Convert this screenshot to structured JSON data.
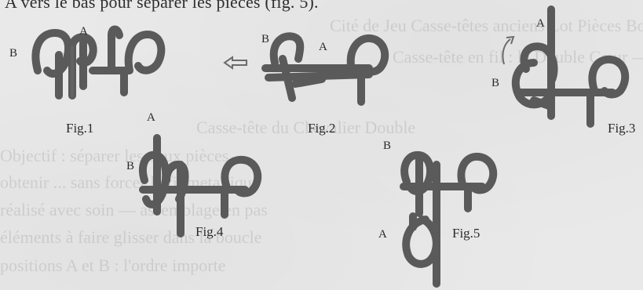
{
  "caption_top": "A vers le bas pour séparer les pièces (fig. 5).",
  "watermark": {
    "line1": "Cité de Jeu Casse-têtes anciens Lot Pièces Boucles Démêler",
    "line2": "Casse-tête en fil : le Double Cœur — Démontage",
    "heading_faint": "Casse-tête du Chevalier Double",
    "line3": "Objectif : séparer les deux pièces",
    "line4": "obtenir ... sans forcer le fil metallique",
    "line5": "réalisé avec soin — assemblage en pas",
    "line6": "éléments à faire glisser dans la boucle",
    "line7": "positions A et B : l'ordre importe"
  },
  "figures": [
    {
      "label": "Fig.1",
      "point_a": "A",
      "point_b": "B"
    },
    {
      "label": "Fig.2",
      "point_a": "A",
      "point_b": "B"
    },
    {
      "label": "Fig.3",
      "point_a": "A",
      "point_b": "B"
    },
    {
      "label": "Fig.4",
      "point_a": "A",
      "point_b": "B"
    },
    {
      "label": "Fig.5",
      "point_a": "A",
      "point_b": "B"
    }
  ],
  "icons": [
    "left-arrow-icon",
    "curved-arrow-icon"
  ],
  "colors": {
    "background": "#e9e9e9",
    "wire": "#5a5a5a",
    "text": "#2b2b2b"
  }
}
